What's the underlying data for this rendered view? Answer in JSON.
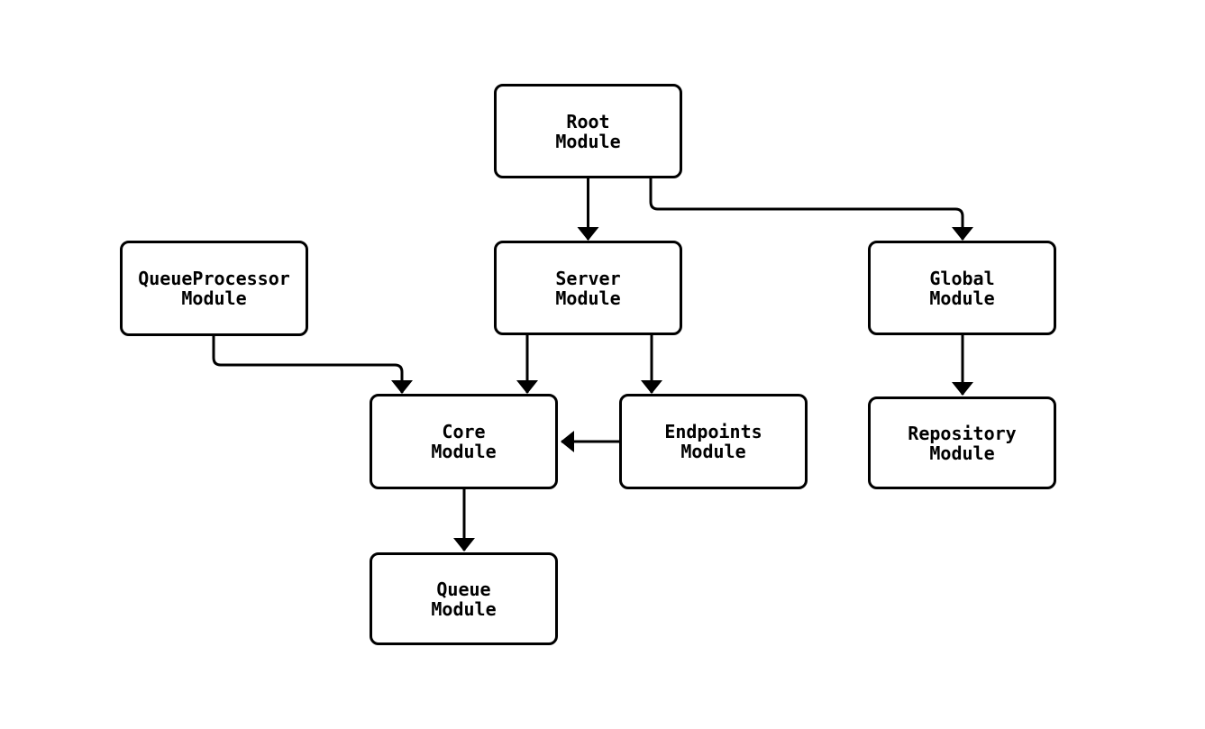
{
  "diagram": {
    "type": "flowchart",
    "nodes": [
      {
        "id": "root",
        "label": "Root\nModule"
      },
      {
        "id": "queueprocessor",
        "label": "QueueProcessor\nModule"
      },
      {
        "id": "server",
        "label": "Server\nModule"
      },
      {
        "id": "global",
        "label": "Global\nModule"
      },
      {
        "id": "core",
        "label": "Core\nModule"
      },
      {
        "id": "endpoints",
        "label": "Endpoints\nModule"
      },
      {
        "id": "repository",
        "label": "Repository\nModule"
      },
      {
        "id": "queue",
        "label": "Queue\nModule"
      }
    ],
    "edges": [
      {
        "from": "root",
        "to": "server"
      },
      {
        "from": "root",
        "to": "global"
      },
      {
        "from": "queueprocessor",
        "to": "core"
      },
      {
        "from": "server",
        "to": "core"
      },
      {
        "from": "server",
        "to": "endpoints"
      },
      {
        "from": "endpoints",
        "to": "core"
      },
      {
        "from": "global",
        "to": "repository"
      },
      {
        "from": "core",
        "to": "queue"
      }
    ],
    "colors": {
      "background": "#ffffff",
      "node_fill": "#ffffff",
      "node_border": "#000000",
      "edge": "#000000",
      "text": "#000000"
    }
  }
}
